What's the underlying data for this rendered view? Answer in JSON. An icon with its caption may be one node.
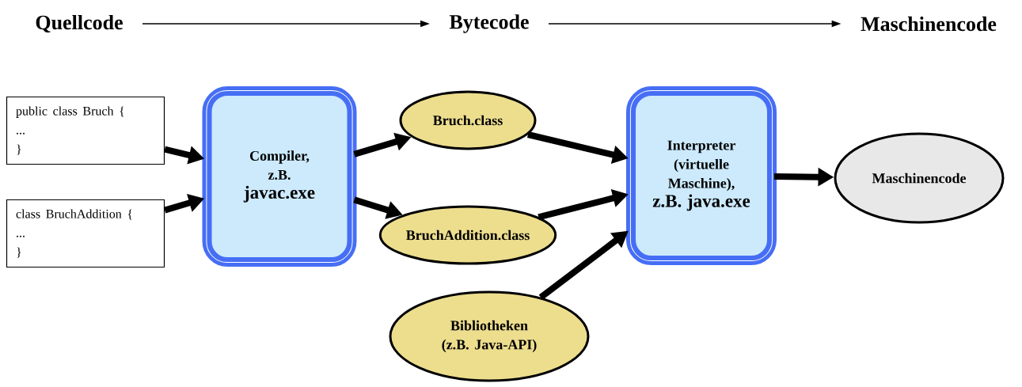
{
  "diagram": {
    "nodes": [
      {
        "text": [
          "Quellcode"
        ]
      },
      {
        "text": [
          "Bytecode"
        ]
      },
      {
        "text": [
          "Maschinencode"
        ]
      },
      {
        "text": [
          "public class Bruch {",
          "...",
          "}"
        ]
      },
      {
        "text": [
          "class BruchAddition {",
          "...",
          "}"
        ]
      },
      {
        "text": [
          "Compiler, z.B.",
          "javac.exe"
        ]
      },
      {
        "text": [
          "Bruch.class"
        ]
      },
      {
        "text": [
          "BruchAddition.class"
        ]
      },
      {
        "text": [
          "Bibliotheken (z.B. Java-API)"
        ]
      },
      {
        "text": [
          "Interpreter (virtuelle Maschine),",
          "z.B. java.exe"
        ]
      },
      {
        "text": [
          "Maschinencode"
        ]
      }
    ],
    "edges": [
      {
        "from": 0,
        "to": 1,
        "arrow": "to"
      },
      {
        "from": 1,
        "to": 2,
        "arrow": "to"
      },
      {
        "from": 3,
        "to": 5,
        "arrow": "to"
      },
      {
        "from": 4,
        "to": 5,
        "arrow": "to"
      },
      {
        "from": 5,
        "to": 6,
        "arrow": "to"
      },
      {
        "from": 5,
        "to": 7,
        "arrow": "to"
      },
      {
        "from": 6,
        "to": 9,
        "arrow": "to"
      },
      {
        "from": 7,
        "to": 9,
        "arrow": "to"
      },
      {
        "from": 8,
        "to": 9,
        "arrow": "to"
      },
      {
        "from": 9,
        "to": 10,
        "arrow": "to"
      }
    ]
  }
}
